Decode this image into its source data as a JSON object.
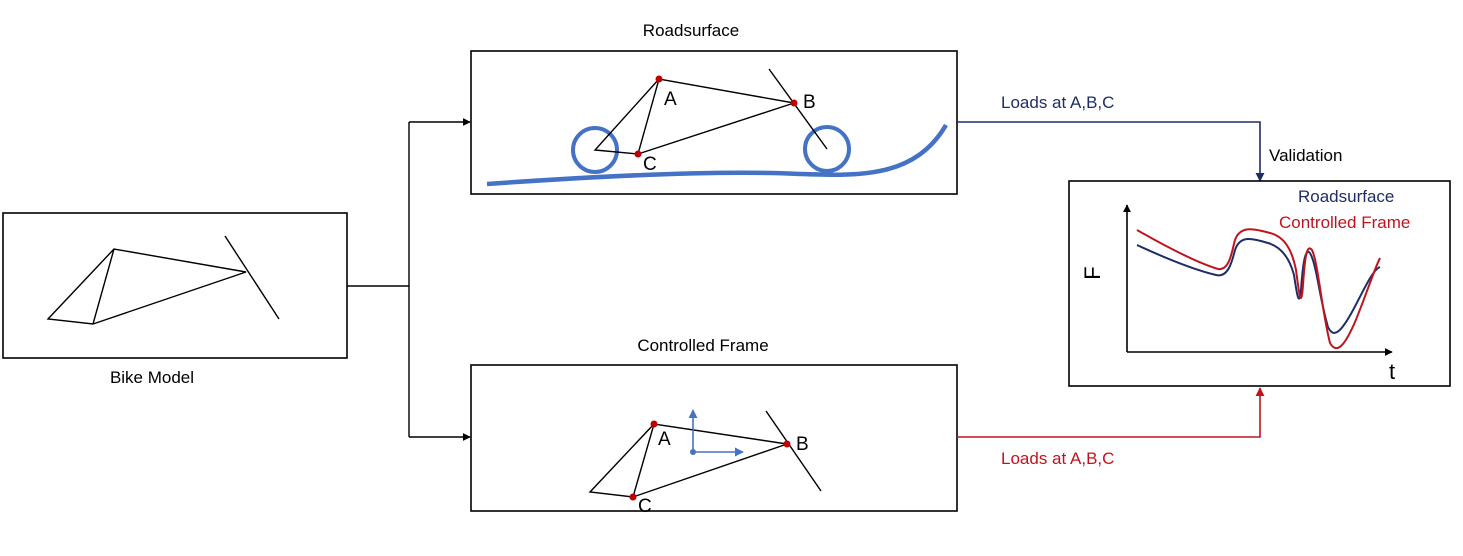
{
  "labels": {
    "bike_model": "Bike Model",
    "roadsurface_title": "Roadsurface",
    "controlled_frame_title": "Controlled Frame",
    "loads_top": "Loads at A,B,C",
    "loads_bottom": "Loads at A,B,C",
    "validation": "Validation"
  },
  "points": {
    "a": "A",
    "b": "B",
    "c": "C"
  },
  "plot": {
    "y_label": "F",
    "x_label": "t",
    "legend_roadsurface": "Roadsurface",
    "legend_controlled": "Controlled Frame"
  },
  "colors": {
    "navy": "#1f2d66",
    "red": "#c0141c",
    "road_blue": "#4472c4",
    "point_red": "#c00000",
    "line": "#000000"
  }
}
